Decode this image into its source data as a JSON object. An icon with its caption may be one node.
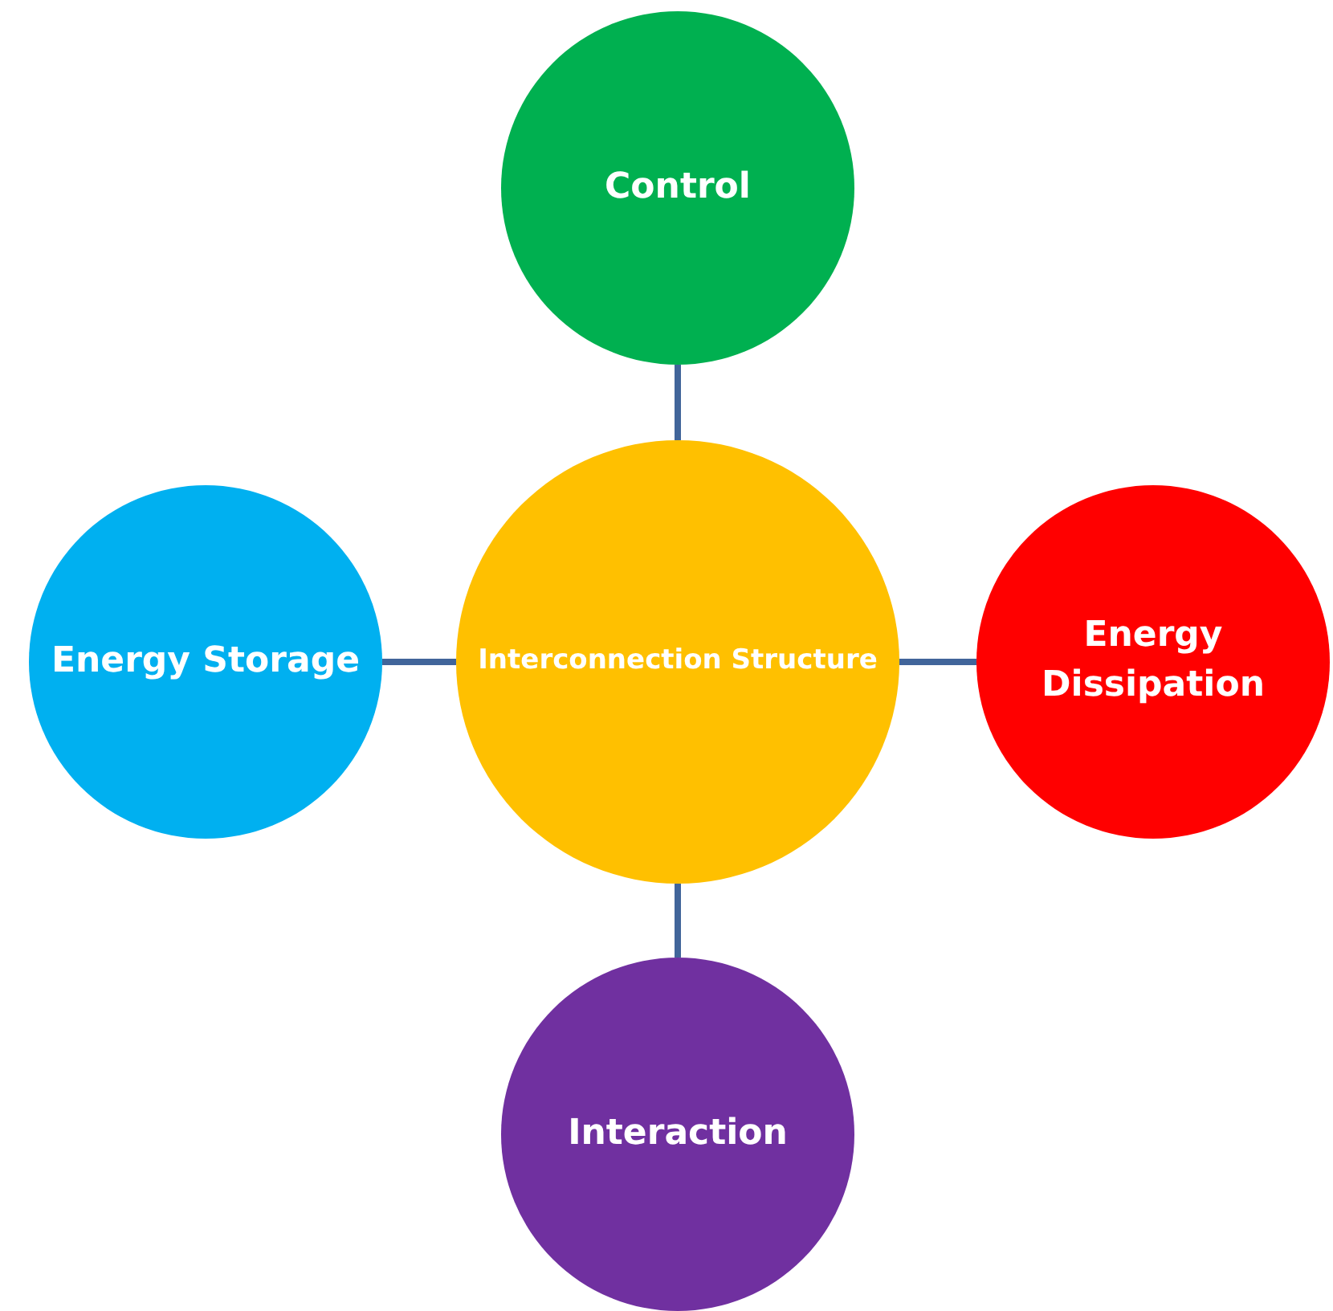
{
  "diagram": {
    "nodes": [
      {
        "text": [
          "Interconnection Structure"
        ]
      },
      {
        "text": [
          "Control"
        ]
      },
      {
        "text": [
          "Energy Storage"
        ]
      },
      {
        "text": [
          "Energy Dissipation"
        ]
      },
      {
        "text": [
          "Interaction"
        ]
      }
    ],
    "edges": [
      {
        "from": 0,
        "to": 1,
        "arrow": "none"
      },
      {
        "from": 0,
        "to": 2,
        "arrow": "none"
      },
      {
        "from": 0,
        "to": 3,
        "arrow": "none"
      },
      {
        "from": 0,
        "to": 4,
        "arrow": "none"
      }
    ]
  }
}
